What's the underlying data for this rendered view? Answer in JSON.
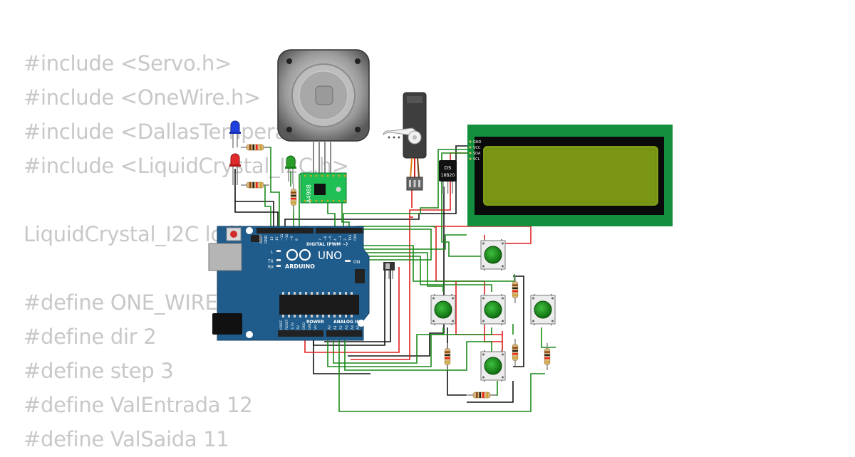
{
  "code_lines": [
    "#include <Servo.h>",
    "#include <OneWire.h>",
    "#include <DallasTemperature.h>",
    "#include <LiquidCrystal_I2C.h>",
    "",
    "LiquidCrystal_I2C lcd(0x27,20,4);",
    "",
    "#define ONE_WIRE_BUS 4",
    "#define dir 2",
    "#define step 3",
    "#define ValEntrada 12",
    "#define ValSaida 11"
  ],
  "arduino": {
    "brand": "ARDUINO",
    "model": "UNO",
    "digital_label": "DIGITAL (PWM ~)",
    "power_label": "POWER",
    "analog_label": "ANALOG IN",
    "aref": "AREF",
    "gnd": "GND",
    "pin_l": "L",
    "pin_tx": "TX",
    "pin_rx": "RX",
    "on_label": "ON",
    "digital_pins": [
      "13",
      "12",
      "~11",
      "~10",
      "~9",
      "8",
      "7",
      "~6",
      "~5",
      "4",
      "~3",
      "2",
      "TX1",
      "RX0"
    ],
    "power_pins": [
      "IOREF",
      "RESET",
      "3.3V",
      "5V",
      "GND",
      "GND",
      "Vin"
    ],
    "analog_pins": [
      "A0",
      "A1",
      "A2",
      "A3",
      "A4",
      "A5"
    ]
  },
  "driver_label": "A4988",
  "sensor": {
    "line1": "DS",
    "line2": "18B20"
  },
  "lcd_pins": [
    "GND",
    "VCC",
    "SDA",
    "SCL"
  ],
  "colors": {
    "board": "#1f5c8b",
    "lcd_board": "#138f3e",
    "lcd_screen": "#7d9a16",
    "wire_green": "#1a8a1a",
    "wire_red": "#e02020",
    "wire_black": "#111111",
    "code_text": "#c8c8c8"
  }
}
